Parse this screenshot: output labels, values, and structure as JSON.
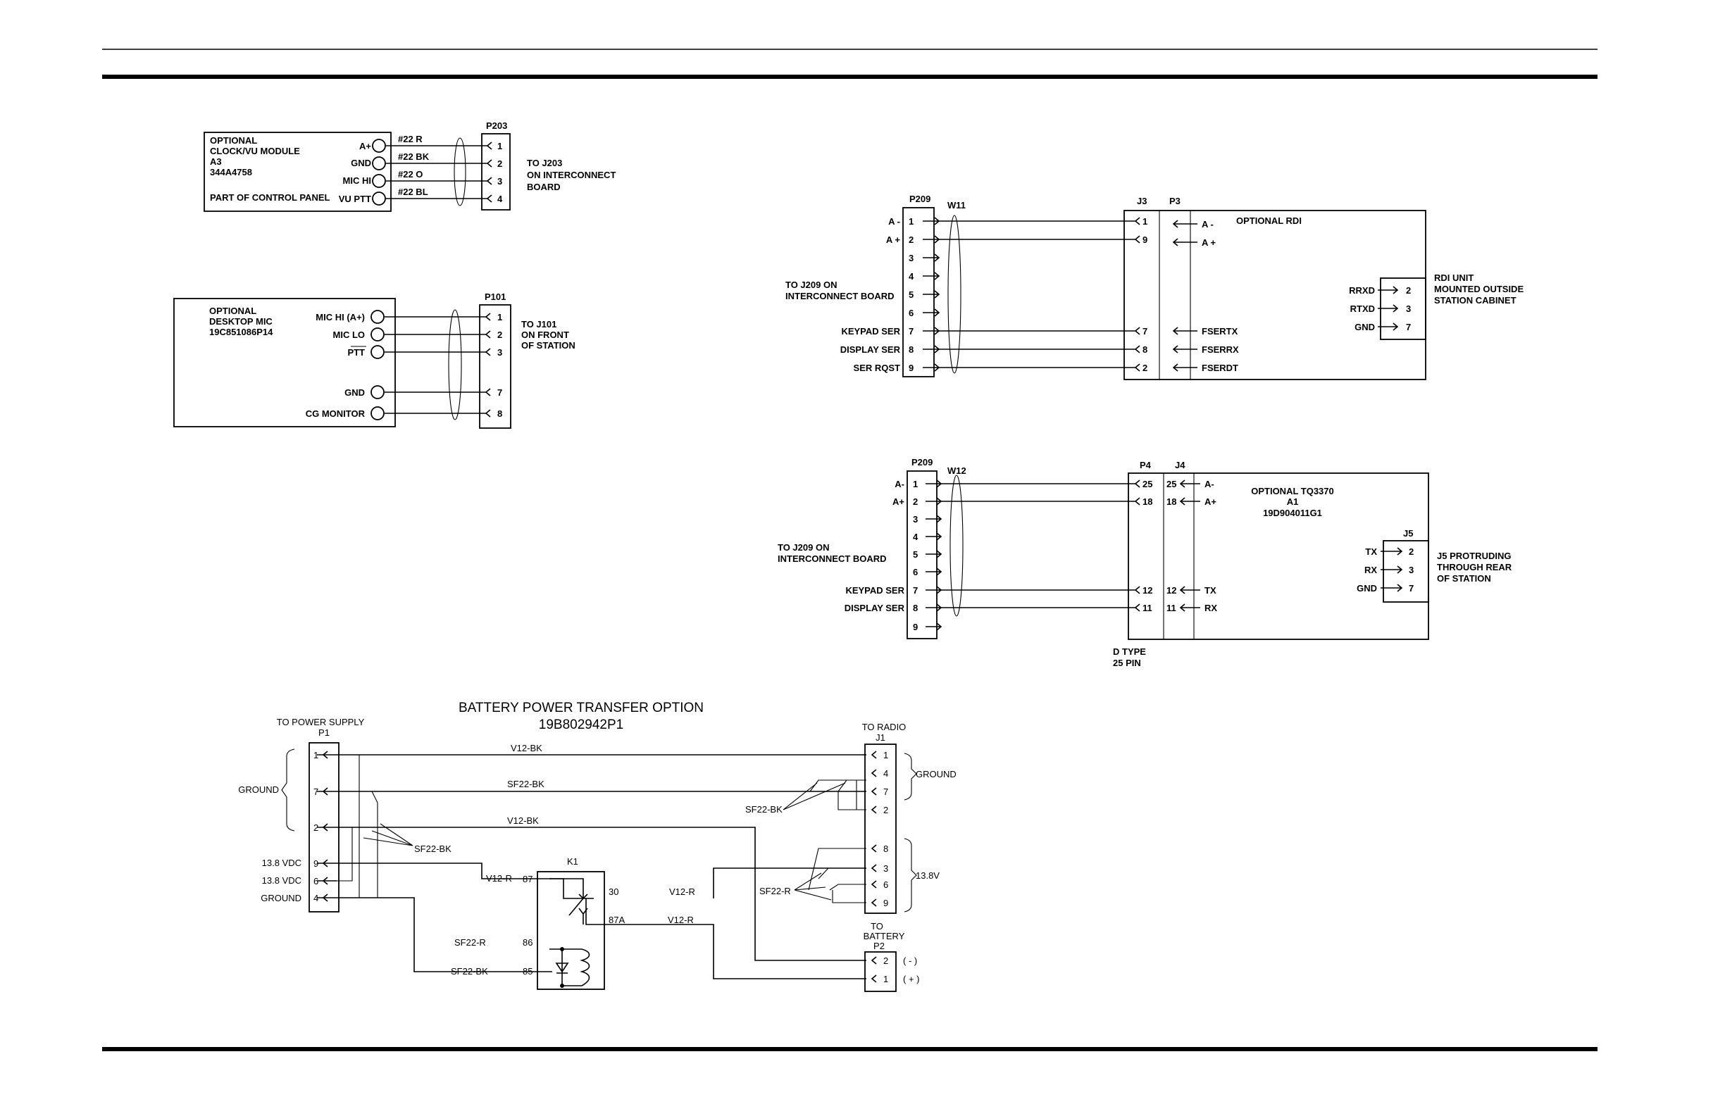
{
  "clock_module": {
    "lines": [
      "OPTIONAL",
      "CLOCK/VU MODULE",
      "A3",
      "344A4758"
    ],
    "note": "PART OF CONTROL PANEL",
    "pins": [
      "A+",
      "GND",
      "MIC HI",
      "VU PTT"
    ],
    "wires": [
      "#22  R",
      "#22  BK",
      "#22  O",
      "#22  BL"
    ],
    "connector": "P203",
    "connector_pins": [
      "1",
      "2",
      "3",
      "4"
    ],
    "dest": [
      "TO  J203",
      "ON  INTERCONNECT",
      "BOARD"
    ]
  },
  "desktop_mic": {
    "lines": [
      "OPTIONAL",
      "DESKTOP MIC",
      "19C851086P14"
    ],
    "pins": [
      "MIC HI (A+)",
      "MIC LO",
      "PTT",
      "GND",
      "CG  MONITOR"
    ],
    "connector": "P101",
    "connector_pins": [
      "1",
      "2",
      "3",
      "7",
      "8"
    ],
    "dest": [
      "TO  J101",
      "ON  FRONT",
      "OF  STATION"
    ]
  },
  "rdi": {
    "connector": "P209",
    "cable": "W11",
    "jack": "J3",
    "plug": "P3",
    "labels": [
      "A -",
      "A +",
      "",
      "",
      "",
      "",
      "KEYPAD  SER",
      "DISPLAY  SER",
      "SER  RQST"
    ],
    "pins": [
      "1",
      "2",
      "3",
      "4",
      "5",
      "6",
      "7",
      "8",
      "9"
    ],
    "dest": [
      "TO  J209  ON",
      "INTERCONNECT  BOARD"
    ],
    "j3_pins": [
      "1",
      "9",
      "7",
      "8",
      "2"
    ],
    "p3_labels": [
      "A -",
      "A +",
      "FSERTX",
      "FSERRX",
      "FSERDT"
    ],
    "title": "OPTIONAL  RDI",
    "unit_pins": [
      "RRXD",
      "RTXD",
      "GND"
    ],
    "unit_pin_nums": [
      "2",
      "3",
      "7"
    ],
    "unit_note": [
      "RDI  UNIT",
      "MOUNTED  OUTSIDE",
      "STATION  CABINET"
    ]
  },
  "tq3370": {
    "connector": "P209",
    "cable": "W12",
    "plug": "P4",
    "jack": "J4",
    "labels": [
      "A-",
      "A+",
      "",
      "",
      "",
      "",
      "KEYPAD SER",
      "DISPLAY SER",
      ""
    ],
    "pins": [
      "1",
      "2",
      "3",
      "4",
      "5",
      "6",
      "7",
      "8",
      "9"
    ],
    "dest": [
      "TO  J209  ON",
      "INTERCONNECT  BOARD"
    ],
    "p4_pins": [
      "25",
      "18",
      "12",
      "11"
    ],
    "j4_pins": [
      "25",
      "18",
      "12",
      "11"
    ],
    "j4_labels": [
      "A-",
      "A+",
      "TX",
      "RX"
    ],
    "title": [
      "OPTIONAL  TQ3370",
      "A1",
      "19D904011G1"
    ],
    "j5": "J5",
    "j5_labels": [
      "TX",
      "RX",
      "GND"
    ],
    "j5_pins": [
      "2",
      "3",
      "7"
    ],
    "j5_note": [
      "J5  PROTRUDING",
      "THROUGH  REAR",
      "OF  STATION"
    ],
    "dtype": [
      "D  TYPE",
      "25  PIN"
    ]
  },
  "battery": {
    "title": "BATTERY  POWER  TRANSFER  OPTION",
    "subtitle": "19B802942P1",
    "p1_head": [
      "TO  POWER  SUPPLY",
      "P1"
    ],
    "p1_pins": [
      "1",
      "7",
      "2",
      "9",
      "6",
      "4"
    ],
    "p1_labels": [
      "GROUND",
      "13.8  VDC",
      "13.8  VDC",
      "GROUND"
    ],
    "j1_head": [
      "TO  RADIO",
      "J1"
    ],
    "j1_pins": [
      "1",
      "4",
      "7",
      "2",
      "8",
      "3",
      "6",
      "9"
    ],
    "j1_groups": [
      "GROUND",
      "13.8V"
    ],
    "wires": [
      "V12-BK",
      "SF22-BK",
      "V12-BK",
      "SF22-BK",
      "V12-R",
      "SF22-R",
      "SF22-BK",
      "V12-R",
      "V12-R",
      "SF22-BK",
      "SF22-R"
    ],
    "relay": "K1",
    "relay_pins": [
      "87",
      "30",
      "87A",
      "86",
      "85"
    ],
    "p2_head": [
      "TO",
      "BATTERY",
      "P2"
    ],
    "p2_pins": [
      "2",
      "1"
    ],
    "p2_pol": [
      "( - )",
      "( + )"
    ]
  }
}
